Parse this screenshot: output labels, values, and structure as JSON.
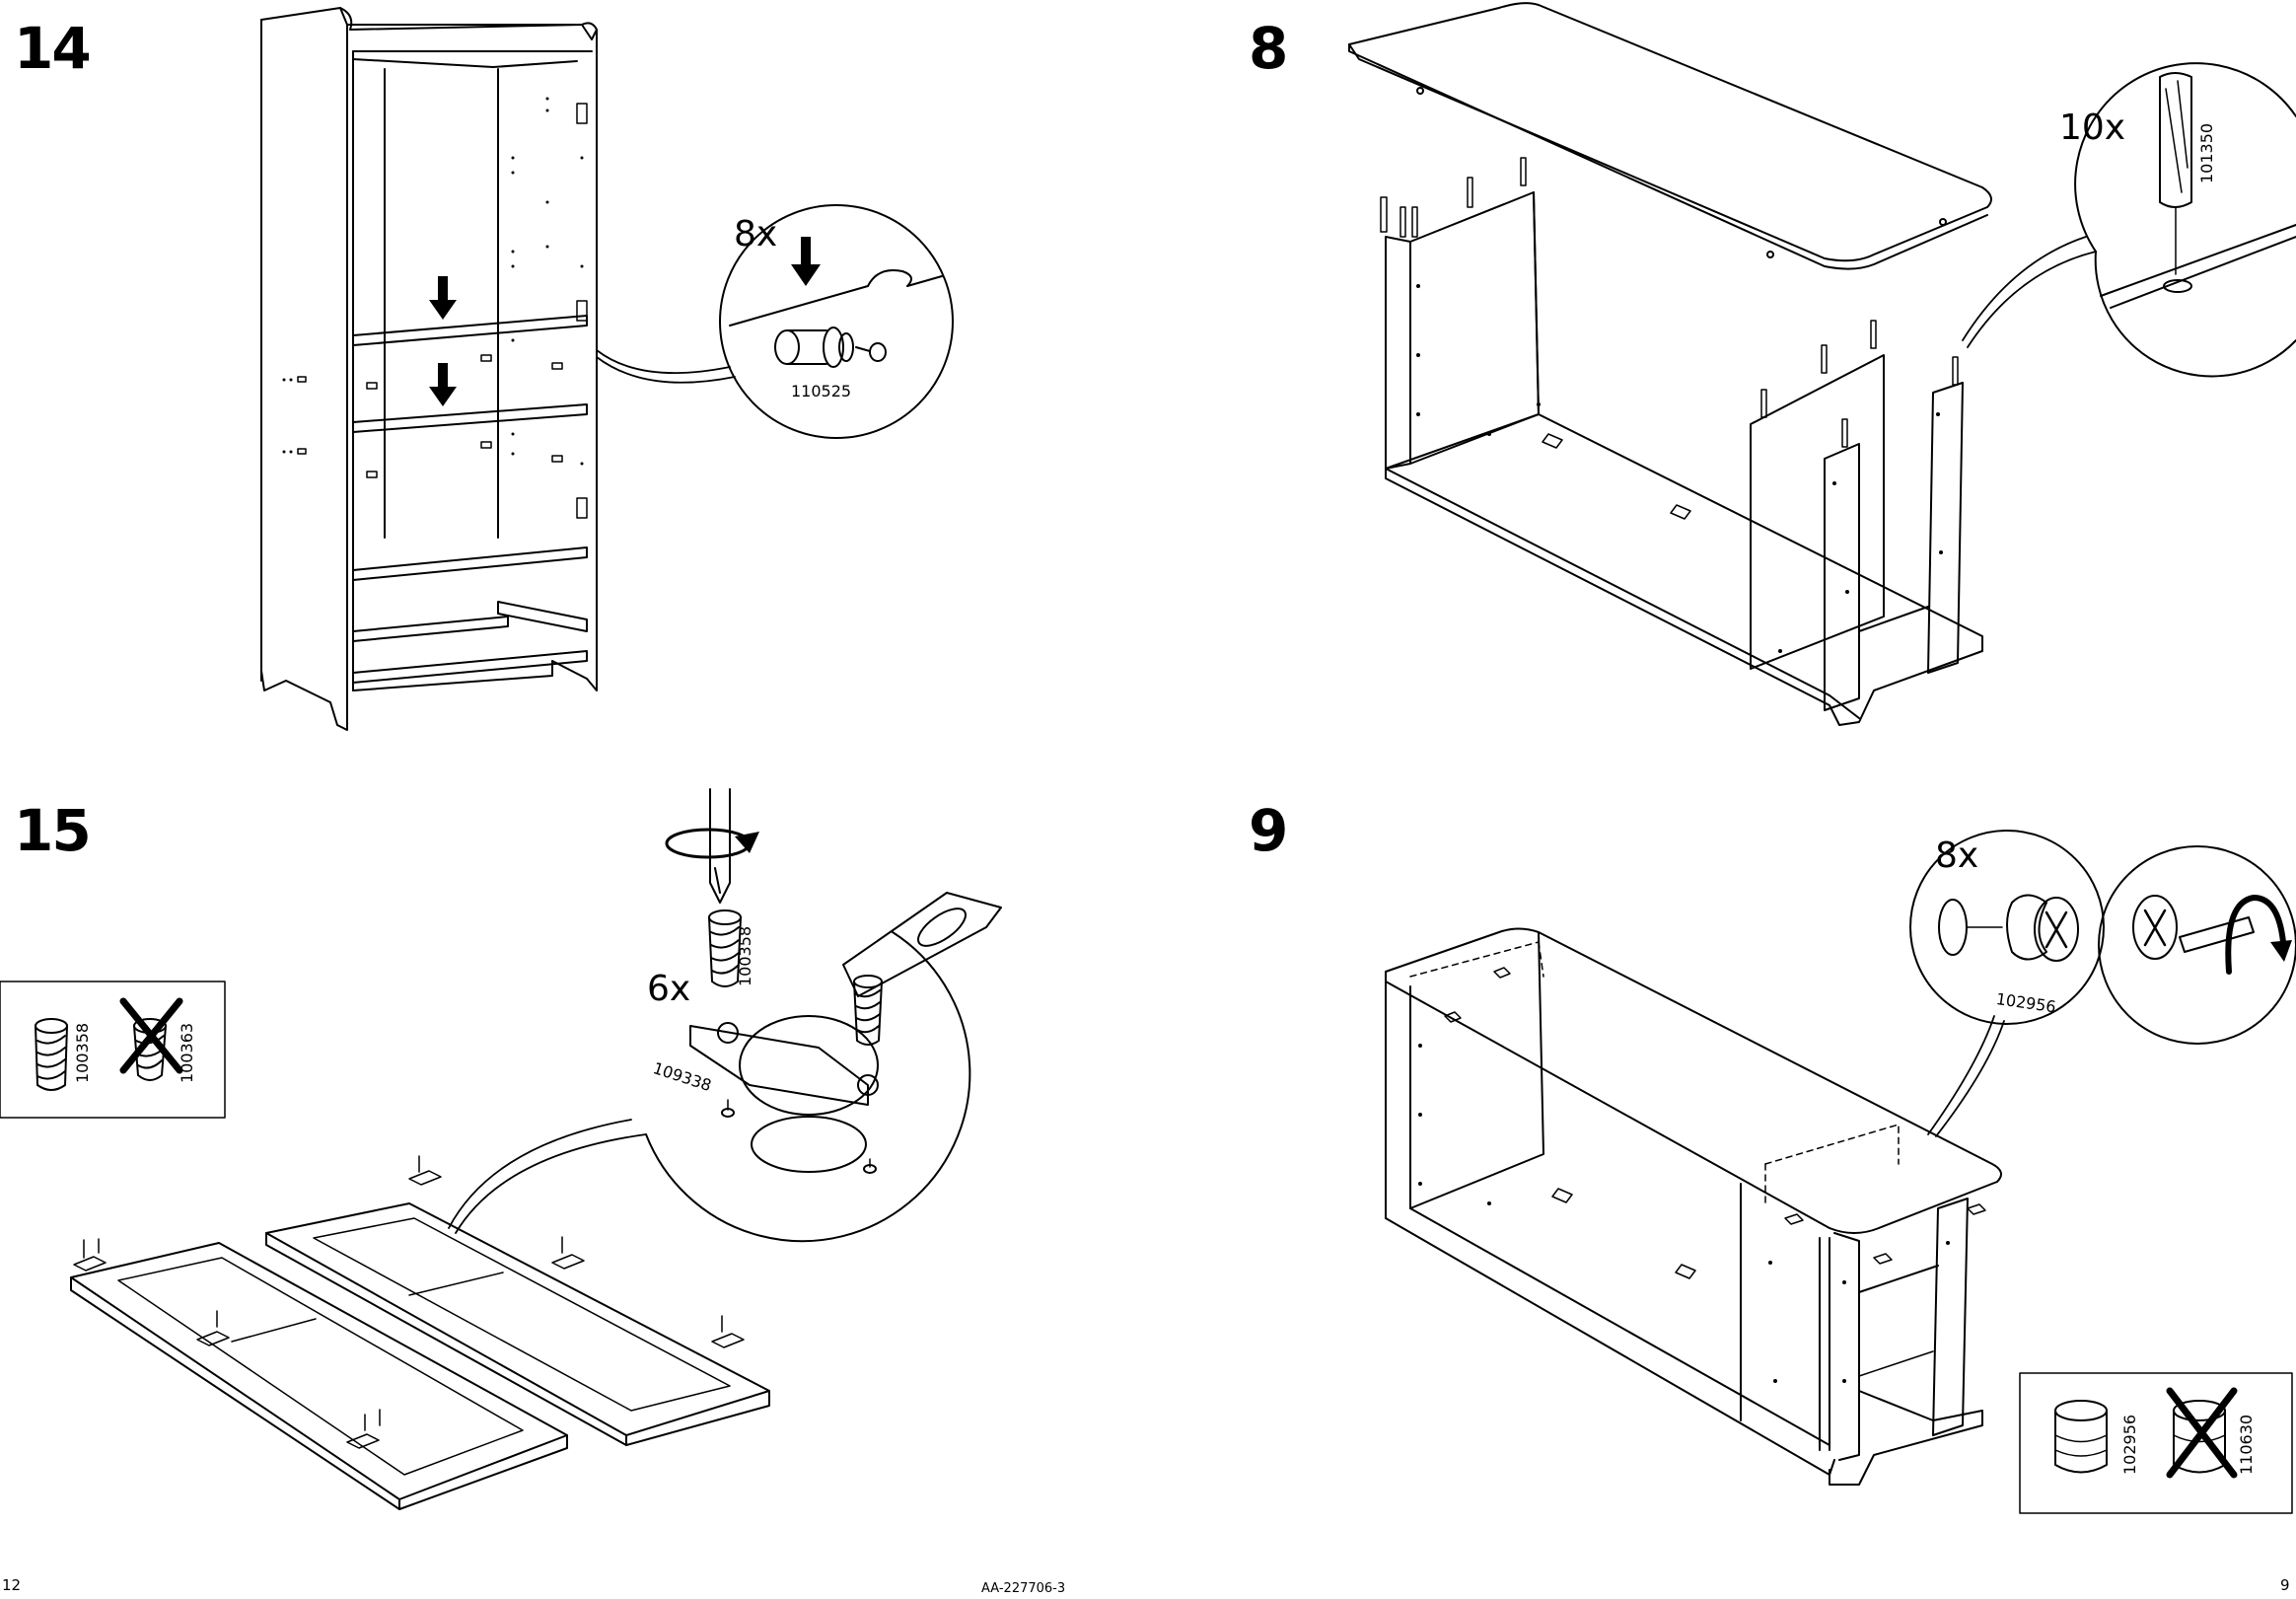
{
  "left_page": {
    "step_14": {
      "number": "14",
      "quantity": "8x",
      "part_code": "110525"
    },
    "step_15": {
      "number": "15",
      "quantity": "6x",
      "part_code_screw": "100358",
      "part_code_hinge": "109338",
      "legend": {
        "correct_code": "100358",
        "wrong_code": "100363"
      }
    },
    "page_number": "12"
  },
  "right_page": {
    "step_8": {
      "number": "8",
      "quantity": "10x",
      "part_code": "101350"
    },
    "step_9": {
      "number": "9",
      "quantity": "8x",
      "part_code": "102956",
      "legend": {
        "correct_code": "102956",
        "wrong_code": "110630"
      }
    },
    "page_number": "9"
  },
  "footer": {
    "document_code": "AA-227706-3"
  },
  "icons": [
    "arrow-down-icon",
    "rotate-arrow-icon",
    "screwdriver-icon",
    "wooden-dowel-icon",
    "cam-lock-icon",
    "cross-out-icon"
  ]
}
